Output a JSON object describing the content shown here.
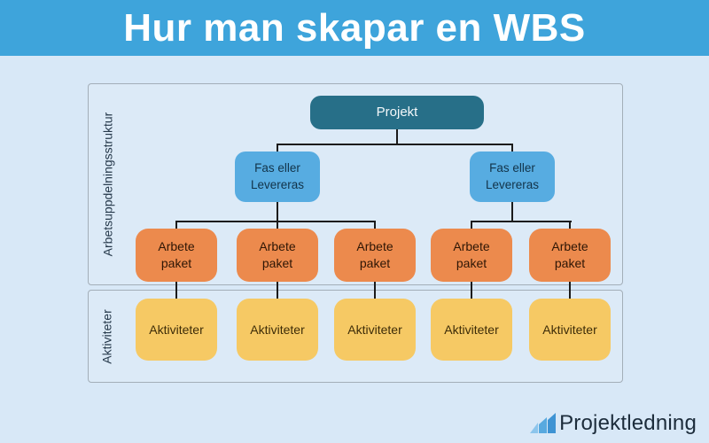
{
  "header": {
    "title": "Hur man skapar en WBS"
  },
  "panels": {
    "wbs": {
      "label": "Arbetsuppdelningsstruktur"
    },
    "activities": {
      "label": "Aktiviteter"
    }
  },
  "tree": {
    "root": {
      "label": "Projekt"
    },
    "phases": [
      {
        "label": "Fas eller\nLevereras"
      },
      {
        "label": "Fas eller\nLevereras"
      }
    ],
    "work_packages": [
      {
        "label": "Arbete\npaket"
      },
      {
        "label": "Arbete\npaket"
      },
      {
        "label": "Arbete\npaket"
      },
      {
        "label": "Arbete\npaket"
      },
      {
        "label": "Arbete\npaket"
      }
    ],
    "activities": [
      {
        "label": "Aktiviteter"
      },
      {
        "label": "Aktiviteter"
      },
      {
        "label": "Aktiviteter"
      },
      {
        "label": "Aktiviteter"
      },
      {
        "label": "Aktiviteter"
      }
    ]
  },
  "footer": {
    "brand": "Projektledning",
    "logo_icon": "bar-chart-icon"
  },
  "colors": {
    "page_bg": "#D8E8F7",
    "header_bg": "#3EA4DB",
    "panel_border": "#A3AEB8",
    "side_label_text": "#25384A",
    "root_bg": "#276F88",
    "root_text": "#F4F8FA",
    "phase_bg": "#57ACE1",
    "phase_text": "#123349",
    "work_bg": "#EC8A4D",
    "work_text": "#2E1605",
    "activity_bg": "#F6C964",
    "activity_text": "#3D2C08",
    "connector": "#1B1B1B",
    "brand_text": "#1C2C3B",
    "logo_blue_light": "#8CC5EC",
    "logo_blue_mid": "#58A9DF",
    "logo_blue_dark": "#3E93D3"
  }
}
